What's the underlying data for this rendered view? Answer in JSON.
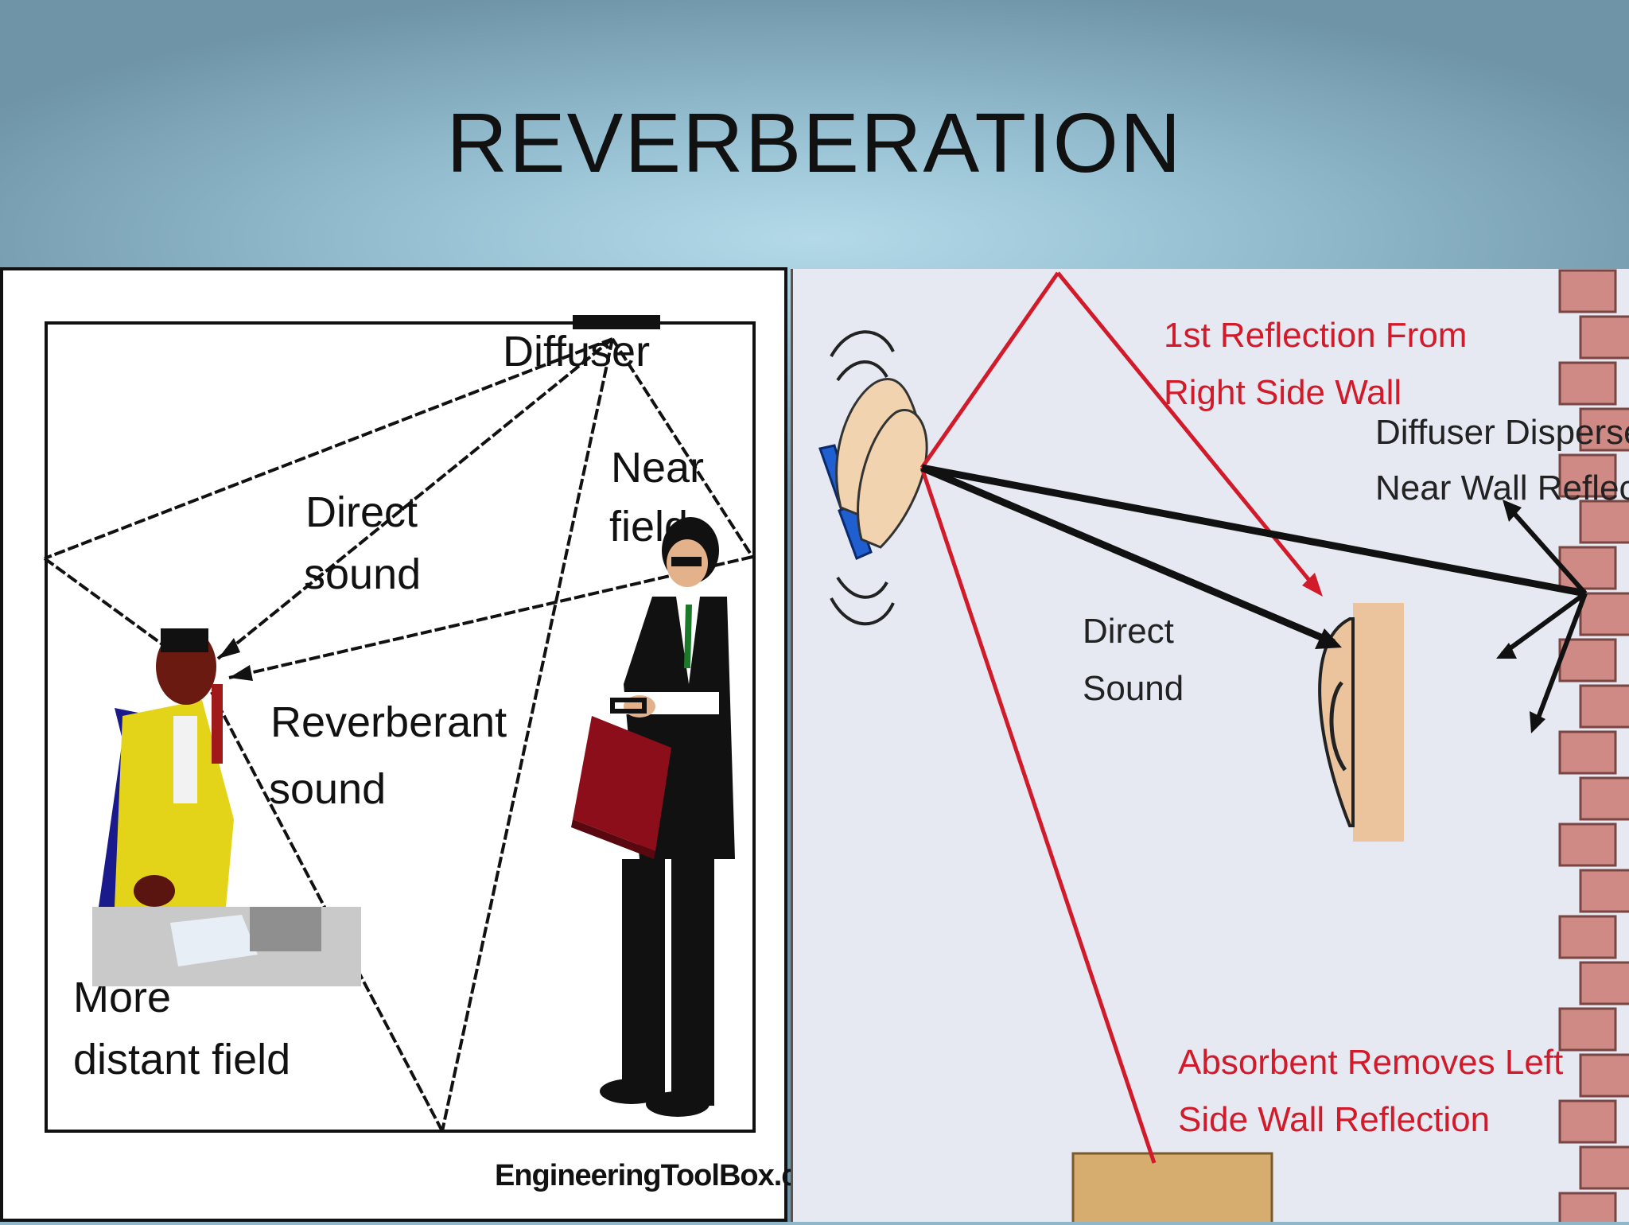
{
  "slide": {
    "title": "REVERBERATION",
    "colors": {
      "accent_red": "#d21b2a",
      "brick": "#cf8a86",
      "skin": "#ebc49d"
    }
  },
  "left_diagram": {
    "labels": {
      "diffuser": "Diffuser",
      "direct_sound_1": "Direct",
      "direct_sound_2": "sound",
      "near_field_1": "Near",
      "near_field_2": "field",
      "reverberant_1": "Reverberant",
      "reverberant_2": "sound",
      "distant_1": "More",
      "distant_2": "distant field"
    },
    "credit": "EngineeringToolBox.com",
    "icons": [
      "seated-person-on-phone-icon",
      "standing-businessman-icon",
      "briefcase-icon"
    ]
  },
  "right_diagram": {
    "labels": {
      "first_reflection_1": "1st Reflection From",
      "first_reflection_2": "Right Side Wall",
      "diffuser_1": "Diffuser Disperses",
      "diffuser_2": "Near Wall Reflection",
      "direct_1": "Direct",
      "direct_2": "Sound",
      "absorbent_1": "Absorbent Removes Left",
      "absorbent_2": "Side Wall Reflection"
    },
    "icons": [
      "clapping-hands-icon",
      "ear-icon",
      "brick-wall-icon",
      "absorbent-panel-icon"
    ]
  }
}
